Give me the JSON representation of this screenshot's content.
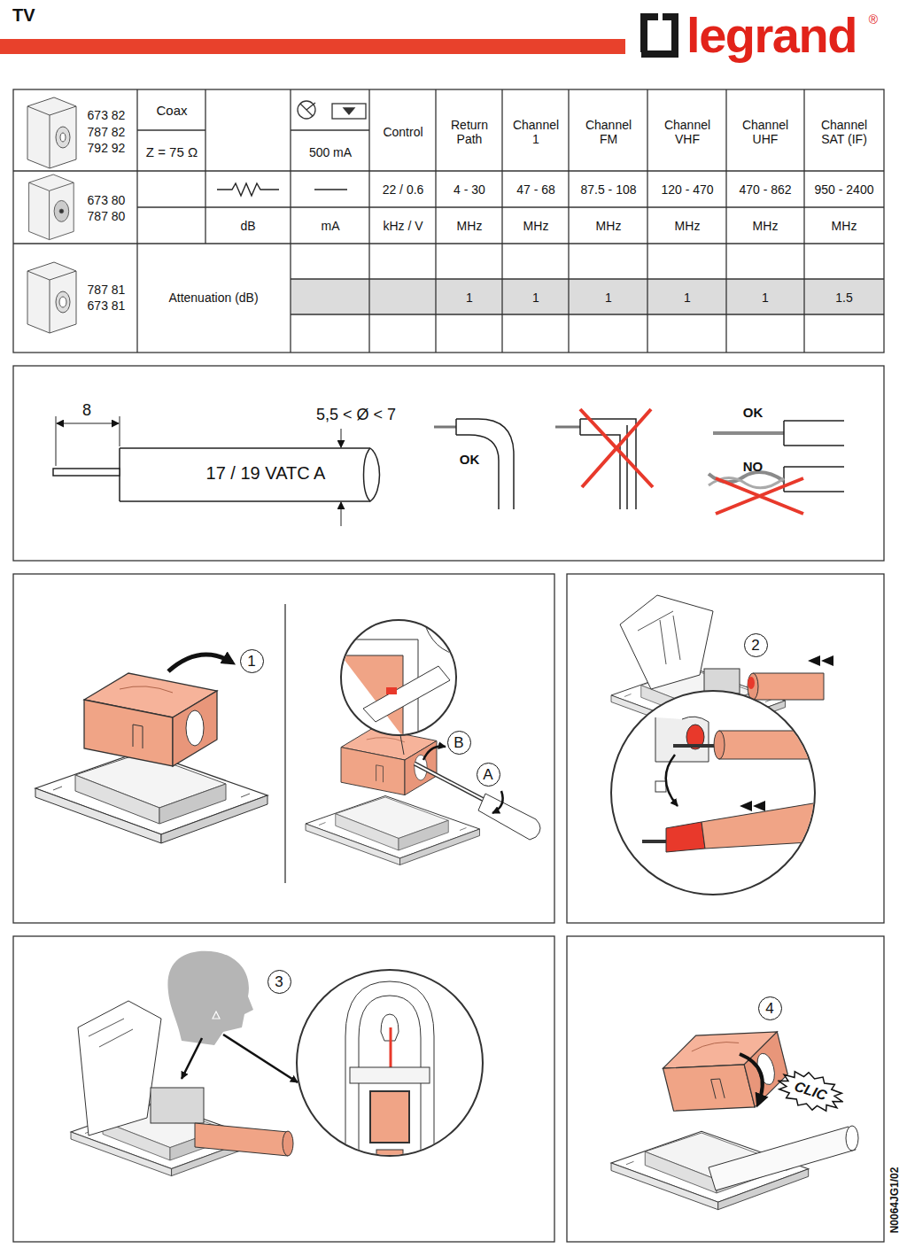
{
  "diagram": {
    "title": "TV",
    "nodes": [
      {
        "text": [
          "1"
        ]
      },
      {
        "text": [
          "B"
        ]
      },
      {
        "text": [
          "A"
        ]
      },
      {
        "text": [
          "2"
        ]
      },
      {
        "text": [
          "3"
        ]
      },
      {
        "text": [
          "4"
        ]
      },
      {
        "text": [
          "CLIC"
        ]
      }
    ],
    "labels": [
      "legrand",
      "®",
      "673 82",
      "787 82",
      "792 92",
      "Coax",
      "Z = 75 Ω",
      "500 mA",
      "Control",
      "Return Path",
      "Channel 1",
      "Channel FM",
      "Channel VHF",
      "Channel UHF",
      "Channel SAT (IF)",
      "673 80",
      "787 80",
      "22 / 0.6",
      "4 - 30",
      "47 - 68",
      "87.5 - 108",
      "120 - 470",
      "470 - 862",
      "950 - 2400",
      "dB",
      "mA",
      "kHz / V",
      "MHz",
      "MHz",
      "MHz",
      "MHz",
      "MHz",
      "MHz",
      "787 81",
      "673 81",
      "Attenuation (dB)",
      "1",
      "1",
      "1",
      "1",
      "1",
      "1.5",
      "8",
      "5,5 < Ø < 7",
      "17 / 19 VATC A",
      "OK",
      "OK",
      "NO",
      "N0064JG1/02"
    ]
  }
}
